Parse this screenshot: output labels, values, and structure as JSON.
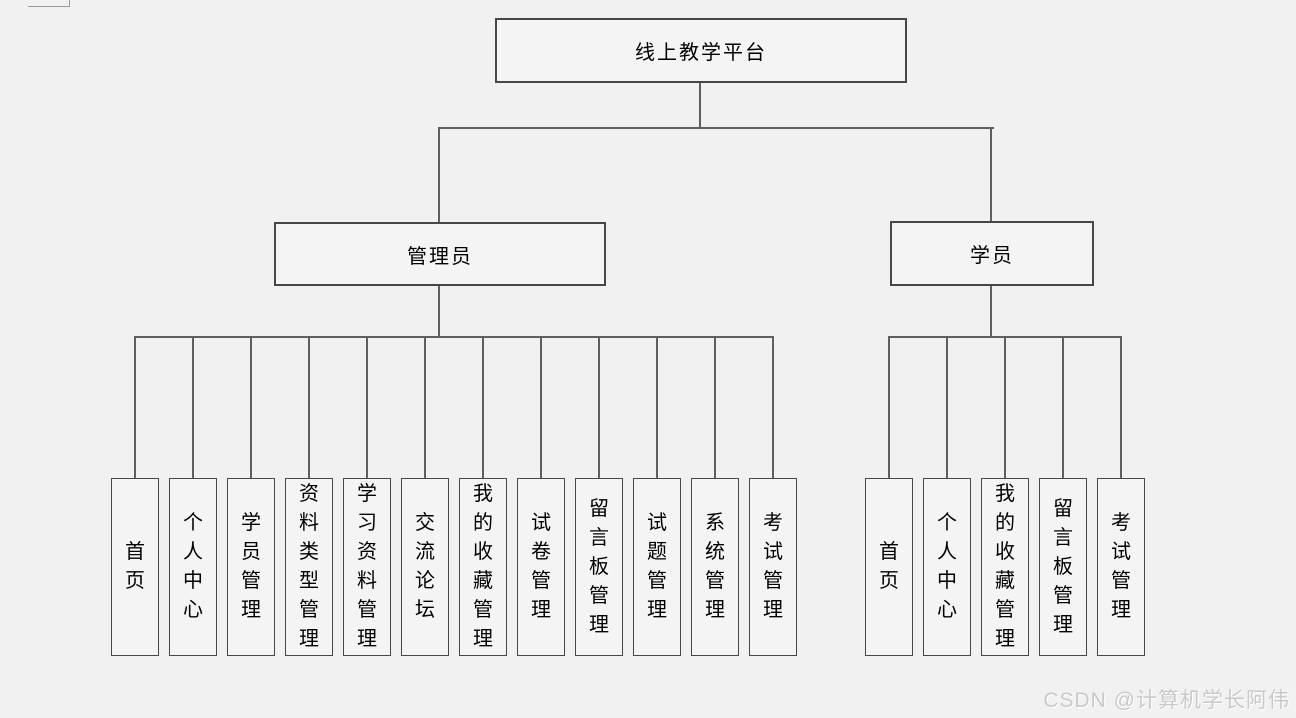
{
  "diagram": {
    "root": {
      "label": "线上教学平台"
    },
    "branches": [
      {
        "id": "admin",
        "label": "管理员",
        "children": [
          "首页",
          "个人中心",
          "学员管理",
          "资料类型管理",
          "学习资料管理",
          "交流论坛",
          "我的收藏管理",
          "试卷管理",
          "留言板管理",
          "试题管理",
          "系统管理",
          "考试管理"
        ]
      },
      {
        "id": "student",
        "label": "学员",
        "children": [
          "首页",
          "个人中心",
          "我的收藏管理",
          "留言板管理",
          "考试管理"
        ]
      }
    ]
  },
  "watermark": {
    "text": "CSDN @计算机学长阿伟"
  },
  "colors": {
    "background": "#f0f1f0",
    "node_fill": "#f3f4f3",
    "node_border": "#474747",
    "connector": "#5f5f5f",
    "text": "#000000",
    "watermark": "#c9c9c9"
  }
}
